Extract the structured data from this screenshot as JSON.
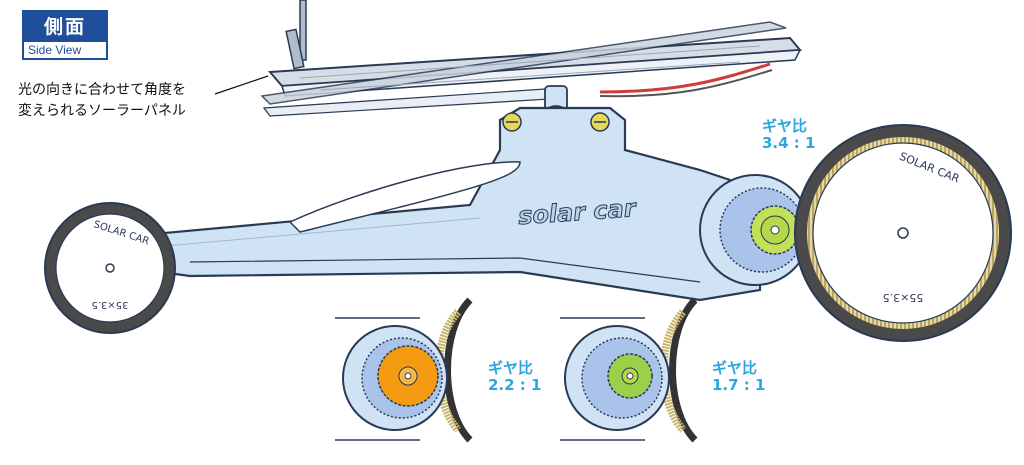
{
  "badge": {
    "title": "側面",
    "subtitle": "Side View"
  },
  "caption": {
    "line1": "光の向きに合わせて角度を",
    "line2": "変えられるソーラーパネル"
  },
  "logo_text": "solar car",
  "wheel_text": {
    "brand": "SOLAR CAR",
    "rear_size": "55×3.5",
    "front_size": "35×3.5"
  },
  "gear_ratios": [
    {
      "label": "ギヤ比",
      "value": "3.4 : 1"
    },
    {
      "label": "ギヤ比",
      "value": "2.2 : 1"
    },
    {
      "label": "ギヤ比",
      "value": "1.7 : 1"
    }
  ],
  "colors": {
    "chassis": "#cfe3f5",
    "outline": "#2a3a55",
    "gear_green": "#8cc63f",
    "gear_orange": "#f39c12",
    "accent_text": "#29a8e0",
    "badge": "#1f4e9a",
    "tire": "#4a4a4a",
    "rim_yellow": "#c9b46a"
  }
}
